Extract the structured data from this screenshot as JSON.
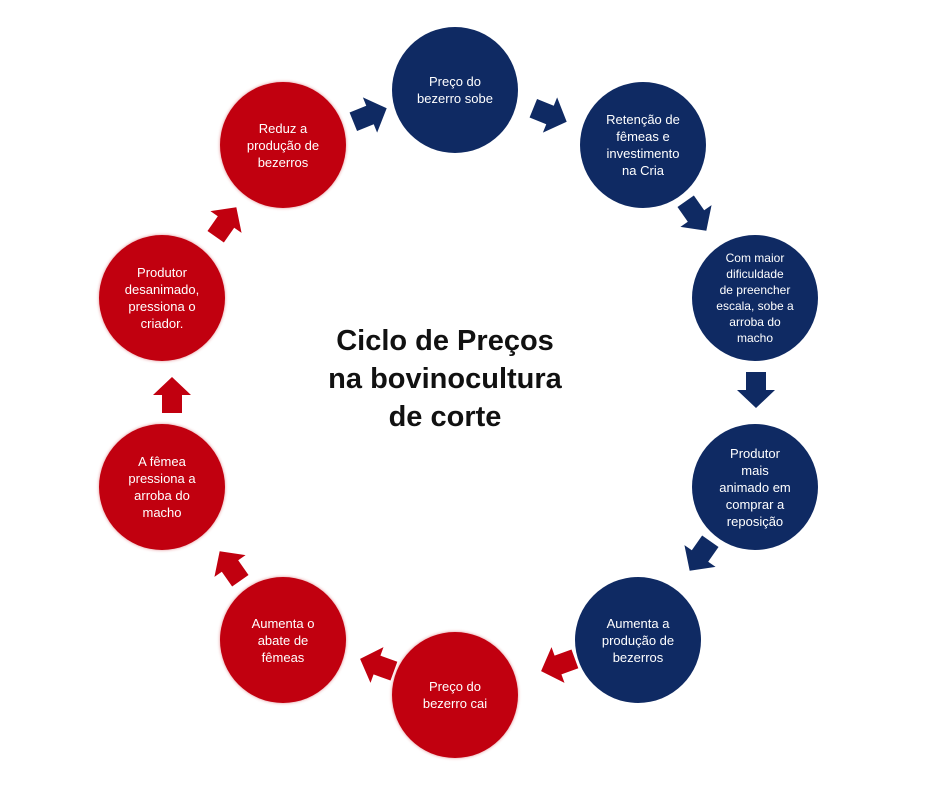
{
  "diagram": {
    "title": "Ciclo de Preços\nna bovinocultura\nde corte",
    "colors": {
      "rising_phase": "#0f2a63",
      "falling_phase": "#c1000f",
      "background": "#ffffff",
      "title_text": "#111111",
      "node_text": "#ffffff"
    },
    "nodes": [
      {
        "id": 1,
        "label": "Preço do\nbezerro sobe",
        "phase": "rising"
      },
      {
        "id": 2,
        "label": "Retenção de\nfêmeas e\ninvestimento\nna Cria",
        "phase": "rising"
      },
      {
        "id": 3,
        "label": "Com maior\ndificuldade\nde preencher\nescala, sobe a\narroba do\nmacho",
        "phase": "rising"
      },
      {
        "id": 4,
        "label": "Produtor\nmais\nanimado em\ncomprar a\nreposição",
        "phase": "rising"
      },
      {
        "id": 5,
        "label": "Aumenta a\nprodução de\nbezerros",
        "phase": "rising"
      },
      {
        "id": 6,
        "label": "Preço do\nbezerro cai",
        "phase": "falling"
      },
      {
        "id": 7,
        "label": "Aumenta o\nabate de\nfêmeas",
        "phase": "falling"
      },
      {
        "id": 8,
        "label": "A fêmea\npressiona a\narroba do\nmacho",
        "phase": "falling"
      },
      {
        "id": 9,
        "label": "Produtor\ndesanimado,\npressiona o\ncriador.",
        "phase": "falling"
      },
      {
        "id": 10,
        "label": "Reduz a\nprodução de\nbezerros",
        "phase": "falling"
      }
    ],
    "edges": [
      {
        "from": 10,
        "to": 1,
        "icon": "arrow-icon"
      },
      {
        "from": 1,
        "to": 2,
        "icon": "arrow-icon"
      },
      {
        "from": 2,
        "to": 3,
        "icon": "arrow-icon"
      },
      {
        "from": 3,
        "to": 4,
        "icon": "arrow-icon"
      },
      {
        "from": 4,
        "to": 5,
        "icon": "arrow-icon"
      },
      {
        "from": 5,
        "to": 6,
        "icon": "arrow-icon"
      },
      {
        "from": 6,
        "to": 7,
        "icon": "arrow-icon"
      },
      {
        "from": 7,
        "to": 8,
        "icon": "arrow-icon"
      },
      {
        "from": 8,
        "to": 9,
        "icon": "arrow-icon"
      },
      {
        "from": 9,
        "to": 10,
        "icon": "arrow-icon"
      }
    ]
  }
}
